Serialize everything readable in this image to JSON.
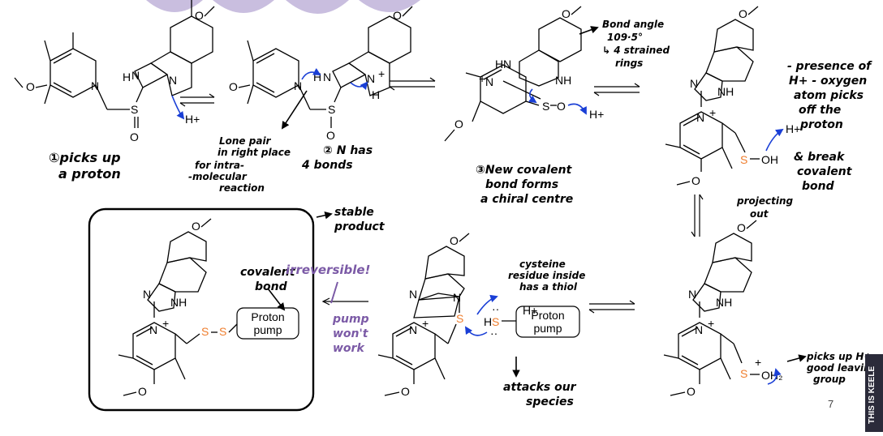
{
  "annotations": {
    "step1": [
      "①picks up",
      "a proton"
    ],
    "lone_pair": [
      "Lone pair",
      "in right place",
      "for intra-",
      "-molecular",
      "reaction"
    ],
    "step2": [
      "② N has",
      "4 bonds"
    ],
    "bond_angle": [
      "Bond angle",
      "109·5°",
      "↳ 4 strained",
      "rings"
    ],
    "step3": [
      "③New covalent",
      "bond forms",
      "a chiral centre"
    ],
    "oxygen_note": [
      "- presence of",
      "H+ - oxygen",
      "atom picks",
      "off the",
      "proton"
    ],
    "break_note": [
      "& break",
      "covalent",
      "bond"
    ],
    "projecting": [
      "projecting",
      "out"
    ],
    "stable": [
      "stable",
      "product"
    ],
    "covalent_bond": [
      "covalent",
      "bond"
    ],
    "irreversible": "irreversible!",
    "pump_wont_work": [
      "pump",
      "won't",
      "work"
    ],
    "cysteine": [
      "cysteine",
      "residue inside",
      "has a thiol"
    ],
    "attacks": [
      "attacks our",
      "species"
    ],
    "leaving_group": [
      "picks up H+ -",
      "good leaving",
      "group"
    ]
  },
  "labels": {
    "proton_pump_line1": "Proton",
    "proton_pump_line2": "pump",
    "h_plus": "H+"
  },
  "branding": "THIS IS KEELE",
  "page_number": "7"
}
